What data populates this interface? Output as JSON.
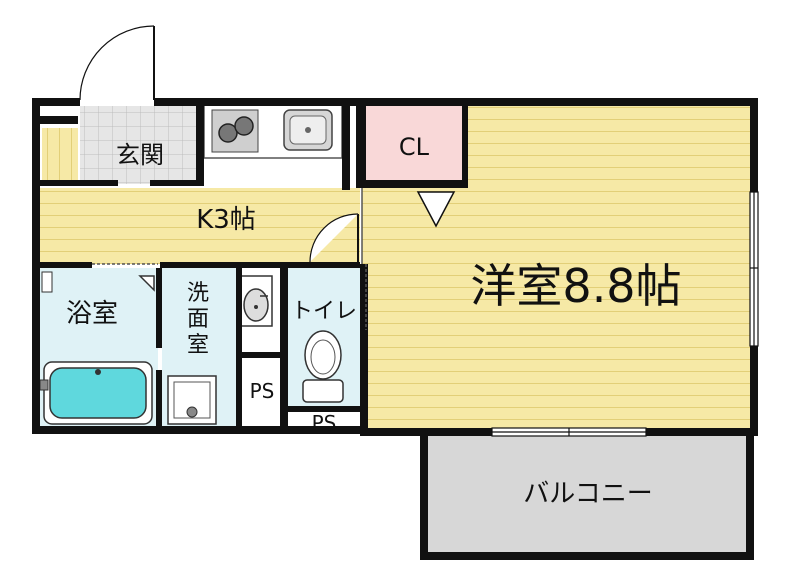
{
  "rooms": {
    "entrance": "玄関",
    "kitchen": "K3帖",
    "western_room": "洋室8.8帖",
    "closet": "CL",
    "bath": "浴室",
    "washroom": "洗面室",
    "toilet": "トイレ",
    "ps_left": "PS",
    "ps_bottom": "PS",
    "balcony": "バルコニー"
  },
  "colors": {
    "wood_floor": "#f6e9a6",
    "wood_line": "#e2cf78",
    "wet_area": "#dff2f6",
    "tile": "#e2e2e2",
    "closet": "#f9d8d8",
    "balcony": "#d7d7d7",
    "tub": "#5fd8dd",
    "wall": "#111111"
  }
}
